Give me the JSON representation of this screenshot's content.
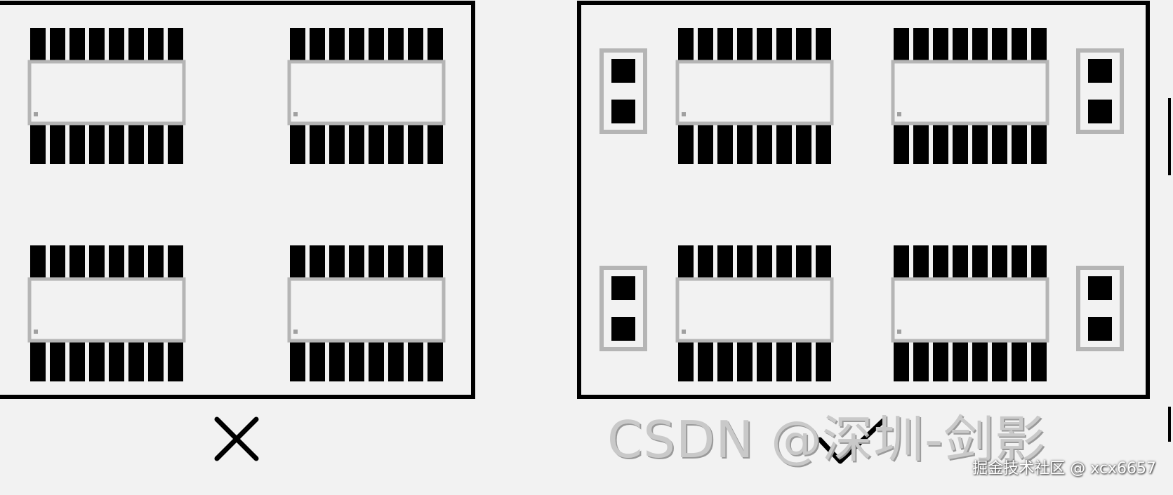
{
  "colors": {
    "background": "#f2f2f2",
    "board_outline": "#000000",
    "pad": "#000000",
    "silkscreen": "#b5b5b5"
  },
  "panels": [
    {
      "id": "wrong",
      "verdict_icon": "cross-icon",
      "has_fiducials": false
    },
    {
      "id": "correct",
      "verdict_icon": "check-icon",
      "has_fiducials": true
    }
  ],
  "watermark": {
    "text": "CSDN @深圳-剑影"
  },
  "credit": {
    "text": "掘金技术社区 @ xcx6657"
  }
}
